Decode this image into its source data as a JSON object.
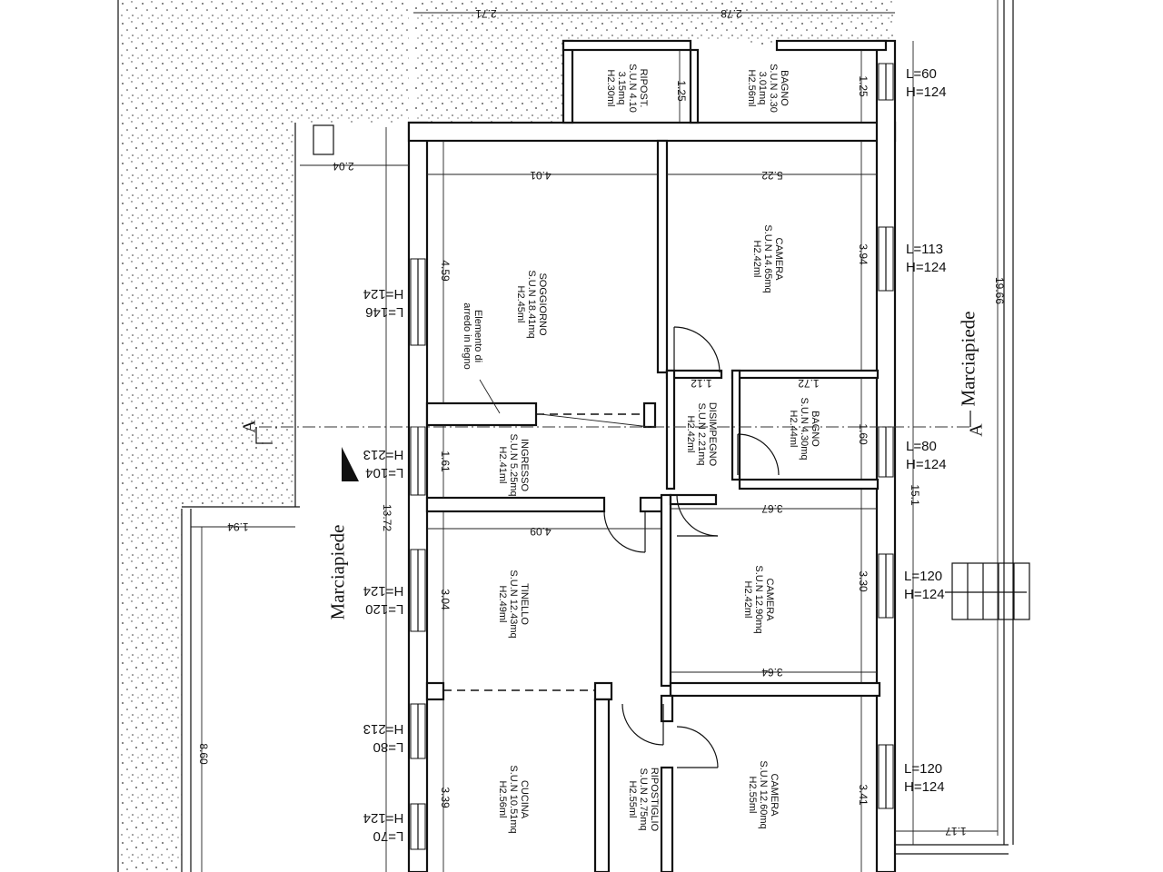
{
  "rooms": {
    "ripost_top": {
      "name": "RIPOST.",
      "sun": "S.U.N 4.10",
      "area": "3.15mq",
      "h": "H2.30ml"
    },
    "bagno_top": {
      "name": "BAGNO",
      "sun": "S.U.N 3.30",
      "area": "3.01mq",
      "h": "H2.56ml"
    },
    "soggiorno": {
      "name": "SOGGIORNO",
      "sun": "S.U.N 18.41mq",
      "h": "H2.45ml"
    },
    "camera1": {
      "name": "CAMERA",
      "sun": "S.U.N 14.65mq",
      "h": "H2.42ml"
    },
    "disimpegno": {
      "name": "DISIMPEGNO",
      "sun": "S.U.N 2.21mq",
      "h": "H2.42ml"
    },
    "bagno": {
      "name": "BAGNO",
      "sun": "S.U.N 4.30mq",
      "h": "H2.44ml"
    },
    "ingresso": {
      "name": "INGRESSO",
      "sun": "S.U.N 5.25mq",
      "h": "H2.41ml"
    },
    "tinello": {
      "name": "TINELLO",
      "sun": "S.U.N 12.43mq",
      "h": "H2.49ml"
    },
    "camera2": {
      "name": "CAMERA",
      "sun": "S.U.N 12.90mq",
      "h": "H2.42ml"
    },
    "cucina": {
      "name": "CUCINA",
      "sun": "S.U.N 10.51mq",
      "h": "H2.56ml"
    },
    "ripostiglio": {
      "name": "RIPOSTIGLIO",
      "sun": "S.U.N 2.75mq",
      "h": "H2.55ml"
    },
    "camera3": {
      "name": "CAMERA",
      "sun": "S.U.N 12.60mq",
      "h": "H2.55ml"
    }
  },
  "furniture_note": {
    "line1": "Elemento di",
    "line2": "arredo in legno"
  },
  "windows_right": [
    {
      "l": "L=60",
      "h": "H=124"
    },
    {
      "l": "L=113",
      "h": "H=124"
    },
    {
      "l": "L=80",
      "h": "H=124"
    },
    {
      "l": "L=120",
      "h": "H=124"
    },
    {
      "l": "L=120",
      "h": "H=124"
    }
  ],
  "windows_left": [
    {
      "l": "L=146",
      "h": "H=124"
    },
    {
      "l": "L=104",
      "h": "H=213"
    },
    {
      "l": "L=120",
      "h": "H=124"
    },
    {
      "l": "L=80",
      "h": "H=213"
    },
    {
      "l": "L=70",
      "h": "H=124"
    }
  ],
  "dimensions": {
    "top_a": "2.71",
    "top_b": "2.78",
    "terrace": "2.04",
    "soggiorno_w": "4.01",
    "camera1_w": "5.22",
    "soggiorno_h": "4.59",
    "camera1_h": "3.94",
    "ripost_h": "1.25",
    "bagno_top_h": "1.25",
    "disimp_w": "1.12",
    "bagno_w": "1.72",
    "ingresso_h": "1.61",
    "bagno_h": "1.60",
    "tinello_w": "4.09",
    "camera2_w": "3.67",
    "tinello_h": "3.04",
    "camera2_h": "3.30",
    "camera2_w2": "3.64",
    "cucina_h": "3.39",
    "camera3_h": "3.41",
    "overall_h": "13.72",
    "left_h": "8.60",
    "left_w": "1.94",
    "right_h": "19.66",
    "right_mid": "15.1",
    "bottom_r": "1.17"
  },
  "streets": {
    "left": "Marciapiede",
    "right": "Marciapiede"
  },
  "section": {
    "label": "A"
  }
}
